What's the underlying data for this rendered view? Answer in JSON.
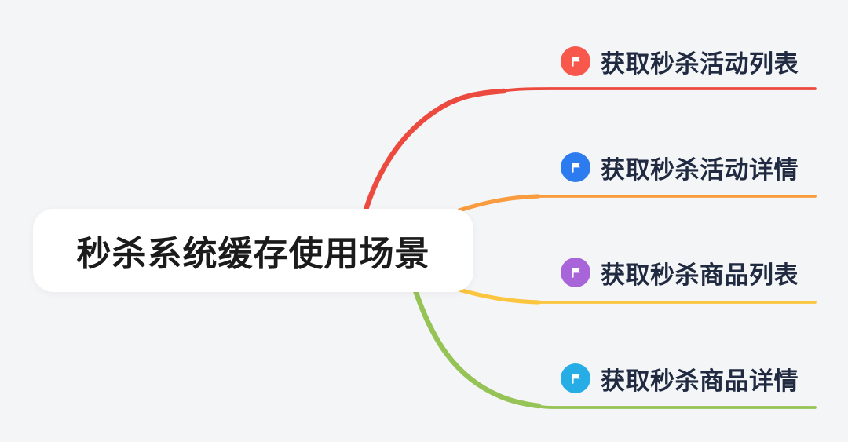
{
  "background_color": "#F4F5F7",
  "central": {
    "label": "秒杀系统缓存使用场景",
    "bg_color": "#FFFFFF",
    "text_color": "#1B1B1B"
  },
  "branch_text_color": "#202A40",
  "branches": [
    {
      "label": "获取秒杀活动列表",
      "icon": "flag-icon",
      "icon_color": "#F8574B",
      "line_color": "#EC4A3E"
    },
    {
      "label": "获取秒杀活动详情",
      "icon": "flag-icon",
      "icon_color": "#2D7CEF",
      "line_color": "#F89C3F"
    },
    {
      "label": "获取秒杀商品列表",
      "icon": "flag-icon",
      "icon_color": "#A864D9",
      "line_color": "#FCC53F"
    },
    {
      "label": "获取秒杀商品详情",
      "icon": "flag-icon",
      "icon_color": "#27ADE5",
      "line_color": "#96C355"
    }
  ]
}
